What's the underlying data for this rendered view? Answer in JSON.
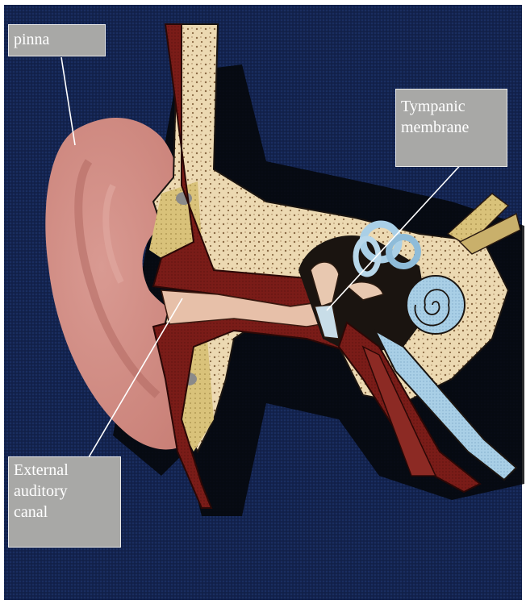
{
  "diagram": {
    "labels": {
      "pinna": "pinna",
      "tympanic_membrane": "Tympanic\nmembrane",
      "external_auditory_canal": "External\nauditory\ncanal"
    }
  }
}
